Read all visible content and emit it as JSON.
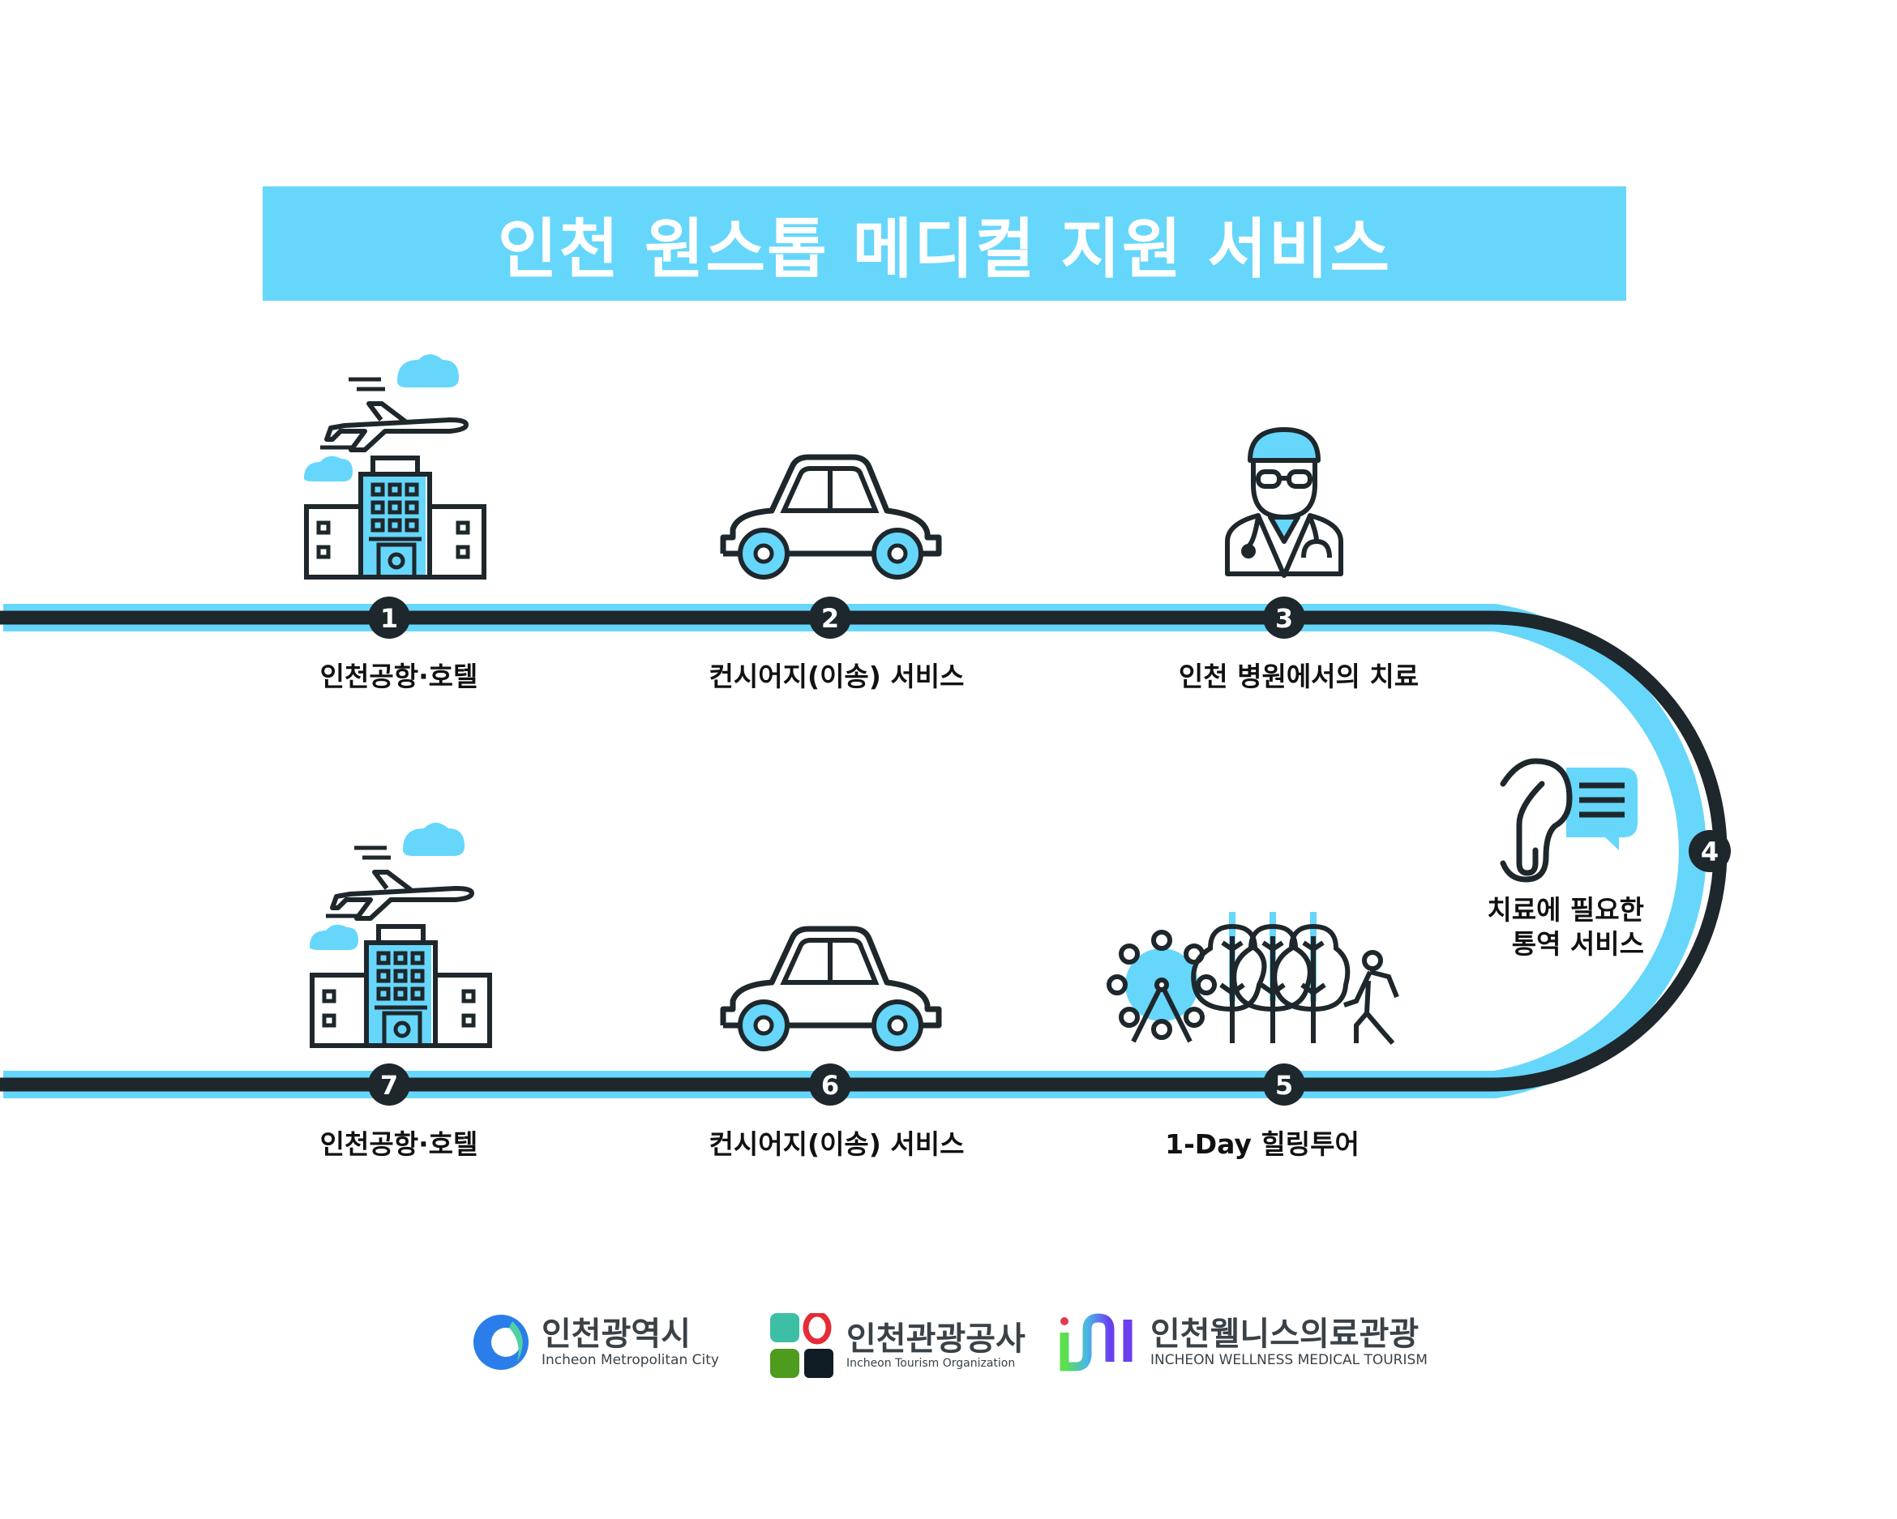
{
  "title": "인천 원스톱 메디컬 지원 서비스",
  "colors": {
    "accent": "#66d6fb",
    "dark": "#1e272b"
  },
  "steps": [
    {
      "number": "1",
      "label": "인천공항·호텔",
      "icon": "airport-hotel-icon"
    },
    {
      "number": "2",
      "label": "컨시어지(이송) 서비스",
      "icon": "car-icon"
    },
    {
      "number": "3",
      "label": "인천 병원에서의 치료",
      "icon": "doctor-icon"
    },
    {
      "number": "4",
      "label_line1": "치료에 필요한",
      "label_line2": "통역 서비스",
      "icon": "ear-speech-icon"
    },
    {
      "number": "5",
      "label": "1-Day 힐링투어",
      "icon": "ferris-wheel-trees-walker-icon"
    },
    {
      "number": "6",
      "label": "컨시어지(이송) 서비스",
      "icon": "car-icon"
    },
    {
      "number": "7",
      "label": "인천공항·호텔",
      "icon": "airport-hotel-icon"
    }
  ],
  "logos": [
    {
      "kr": "인천광역시",
      "en": "Incheon Metropolitan City"
    },
    {
      "kr": "인천관광공사",
      "en": "Incheon Tourism Organization"
    },
    {
      "kr": "인천웰니스의료관광",
      "en": "INCHEON WELLNESS MEDICAL TOURISM"
    }
  ]
}
